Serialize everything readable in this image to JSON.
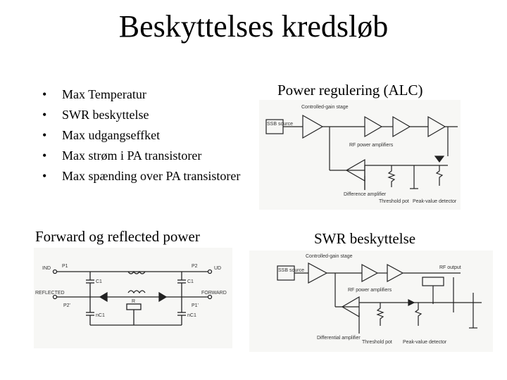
{
  "title": "Beskyttelses kredsløb",
  "bullets": [
    "Max Temperatur",
    "SWR beskyttelse",
    "Max udgangseffket",
    "Max strøm i PA transistorer",
    "Max spænding over PA transistorer"
  ],
  "bullet_glyph": "•",
  "captions": {
    "alc": "Power regulering (ALC)",
    "forward": "Forward og reflected power",
    "swr": "SWR beskyttelse"
  },
  "diagram_alc": {
    "control_label": "Controlled-gain stage",
    "ssb_label": "SSB source",
    "power_amp_label": "RF power amplifiers",
    "diff_amp_label": "Difference amplifier",
    "threshold_label": "Threshold pot",
    "peak_detector_label": "Peak-value detector"
  },
  "diagram_fwd": {
    "ind_label": "IND",
    "p1": "P1",
    "p2": "P2",
    "ud_label": "UD",
    "reflected_label": "REFLECTED",
    "forward_label": "FORWARD",
    "p2b": "P2'",
    "p1b": "P1'",
    "c1a": "C1",
    "c1b": "C1",
    "nc1a": "nC1",
    "nc1b": "nC1",
    "r_label": "R"
  },
  "diagram_swr": {
    "control_label": "Controlled-gain stage",
    "ssb_label": "SSB source",
    "rf_out_label": "RF output",
    "power_amp_label": "RF power amplifiers",
    "diff_amp_label": "Differential amplifier",
    "threshold_label": "Threshold pot",
    "detector_label": "Peak-value detector"
  }
}
